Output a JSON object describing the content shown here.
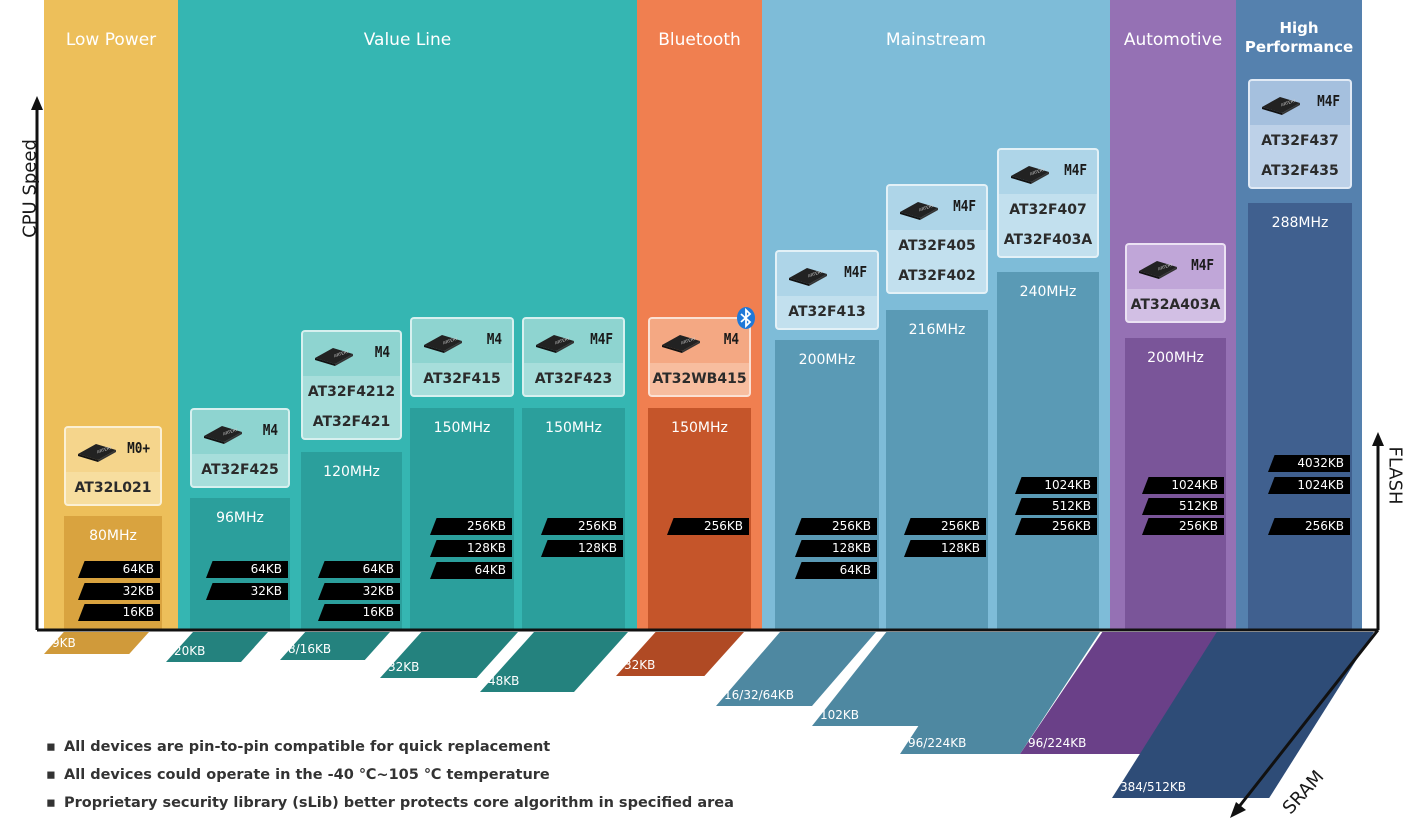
{
  "bands": [
    {
      "id": "low-power",
      "title": "Low Power"
    },
    {
      "id": "value-line",
      "title": "Value Line"
    },
    {
      "id": "bluetooth",
      "title": "Bluetooth"
    },
    {
      "id": "mainstream",
      "title": "Mainstream"
    },
    {
      "id": "automotive",
      "title": "Automotive"
    },
    {
      "id": "high-performance",
      "title": "High\nPerformance"
    }
  ],
  "products": [
    {
      "core": "M0+",
      "models": [
        "AT32L021"
      ],
      "speed": "80MHz",
      "flash": [
        "64KB",
        "32KB",
        "16KB"
      ],
      "sram": "9KB"
    },
    {
      "core": "M4",
      "models": [
        "AT32F425"
      ],
      "speed": "96MHz",
      "flash": [
        "64KB",
        "32KB"
      ],
      "sram": "20KB"
    },
    {
      "core": "M4",
      "models": [
        "AT32F4212",
        "AT32F421"
      ],
      "speed": "120MHz",
      "flash": [
        "64KB",
        "32KB",
        "16KB"
      ],
      "sram": "8/16KB"
    },
    {
      "core": "M4",
      "models": [
        "AT32F415"
      ],
      "speed": "150MHz",
      "flash": [
        "256KB",
        "128KB",
        "64KB"
      ],
      "sram": "32KB"
    },
    {
      "core": "M4F",
      "models": [
        "AT32F423"
      ],
      "speed": "150MHz",
      "flash": [
        "256KB",
        "128KB"
      ],
      "sram": "48KB"
    },
    {
      "core": "M4",
      "models": [
        "AT32WB415"
      ],
      "speed": "150MHz",
      "flash": [
        "256KB"
      ],
      "sram": "32KB"
    },
    {
      "core": "M4F",
      "models": [
        "AT32F413"
      ],
      "speed": "200MHz",
      "flash": [
        "256KB",
        "128KB",
        "64KB"
      ],
      "sram": "16/32/64KB"
    },
    {
      "core": "M4F",
      "models": [
        "AT32F405",
        "AT32F402"
      ],
      "speed": "216MHz",
      "flash": [
        "256KB",
        "128KB"
      ],
      "sram": "102KB"
    },
    {
      "core": "M4F",
      "models": [
        "AT32F407",
        "AT32F403A"
      ],
      "speed": "240MHz",
      "flash": [
        "1024KB",
        "512KB",
        "256KB"
      ],
      "sram": "96/224KB"
    },
    {
      "core": "M4F",
      "models": [
        "AT32A403A"
      ],
      "speed": "200MHz",
      "flash": [
        "1024KB",
        "512KB",
        "256KB"
      ],
      "sram": "96/224KB"
    },
    {
      "core": "M4F",
      "models": [
        "AT32F437",
        "AT32F435"
      ],
      "speed": "288MHz",
      "flash": [
        "4032KB",
        "1024KB",
        "256KB"
      ],
      "sram": "384/512KB"
    }
  ],
  "axes": {
    "cpu": "CPU Speed",
    "flash": "FLASH",
    "sram": "SRAM"
  },
  "notes": [
    "All devices are pin-to-pin compatible for quick replacement",
    "All devices could operate in the -40 ℃~105 ℃ temperature",
    "Proprietary security library (sLib) better protects core algorithm in specified area"
  ],
  "colors": {
    "low-power": "#EDB84E",
    "value-line": "#35B6B2",
    "bluetooth": "#F07F50",
    "mainstream": "#7AB8D6",
    "automotive": "#9570B4",
    "high-performance": "#5580AE"
  }
}
